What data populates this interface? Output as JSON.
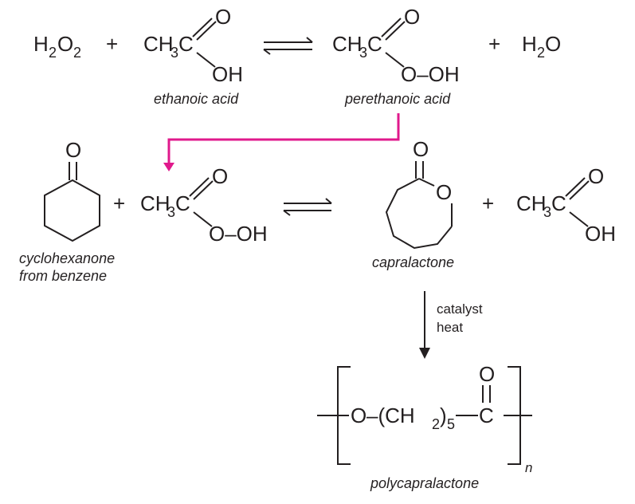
{
  "reaction1": {
    "h2o2": {
      "main": "H",
      "sub1": "2",
      "mid": "O",
      "sub2": "2"
    },
    "plus1": "+",
    "acid": {
      "o": "O",
      "ch": "CH",
      "sub": "3",
      "c": "C",
      "oh": "OH"
    },
    "peracid": {
      "o": "O",
      "ch": "CH",
      "sub": "3",
      "c": "C",
      "ooh": "O–OH"
    },
    "plus2": "+",
    "water": {
      "h": "H",
      "sub": "2",
      "o": "O"
    },
    "acid_caption": "ethanoic acid",
    "peracid_caption": "perethanoic acid"
  },
  "reaction2": {
    "ketone_o": "O",
    "plus1": "+",
    "peracid": {
      "o": "O",
      "ch": "CH",
      "sub": "3",
      "c": "C",
      "ooh": "O–OH"
    },
    "lactone": {
      "o_top": "O",
      "o_ring": "O"
    },
    "plus2": "+",
    "acid": {
      "o": "O",
      "ch": "CH",
      "sub": "3",
      "c": "C",
      "oh": "OH"
    },
    "ketone_caption_line1": "cyclohexanone",
    "ketone_caption_line2": "from benzene",
    "lactone_caption": "capralactone"
  },
  "polymerization": {
    "condition_line1": "catalyst",
    "condition_line2": "heat",
    "o": "O",
    "chain": "–(CH",
    "chain_sub": "2",
    "chain_close": ")",
    "repeat": "5",
    "carbonyl_c": "C",
    "carbonyl_o": "O",
    "n": "n",
    "caption": "polycapralactone"
  },
  "colors": {
    "ink": "#231f20",
    "accent_arrow": "#e0198c"
  }
}
